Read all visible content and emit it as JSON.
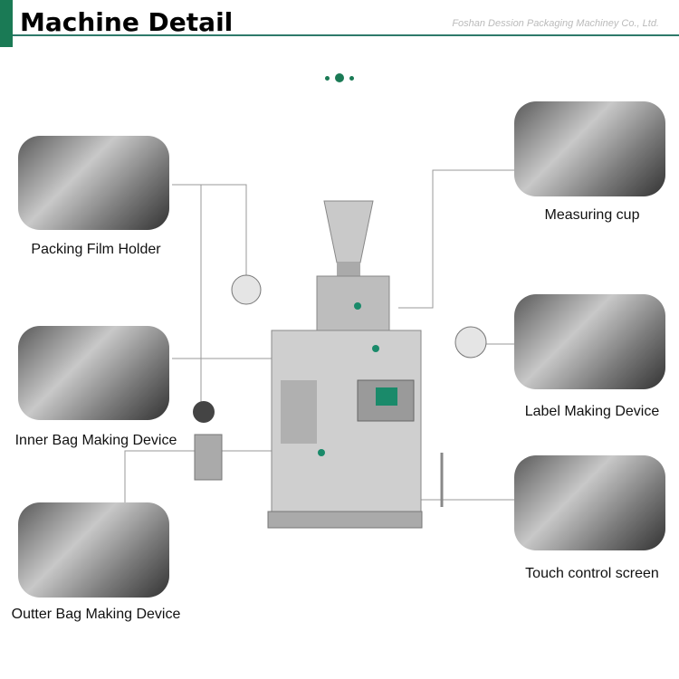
{
  "header": {
    "title": "Machine Detail",
    "company": "Foshan Dession Packaging Machiney Co., Ltd."
  },
  "parts": {
    "film_holder": "Packing Film Holder",
    "inner_bag": "Inner Bag Making Device",
    "outer_bag": "Outter Bag Making Device",
    "measuring_cup": "Measuring cup",
    "label_device": "Label Making Device",
    "touch_screen": "Touch control screen"
  },
  "colors": {
    "accent": "#1a7a55"
  }
}
